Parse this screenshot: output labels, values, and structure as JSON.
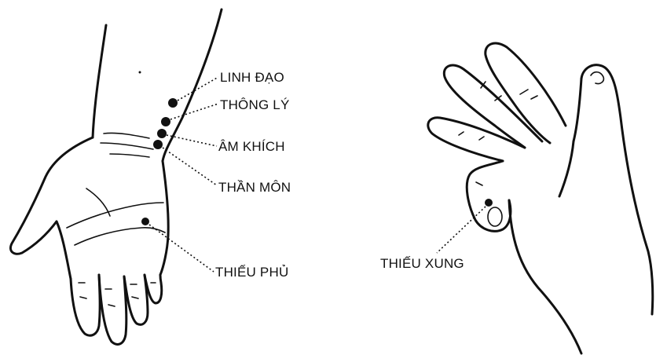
{
  "left_hand": {
    "points": [
      {
        "name": "linh-dao",
        "label": "LINH ĐẠO"
      },
      {
        "name": "thong-ly",
        "label": "THÔNG LÝ"
      },
      {
        "name": "am-khich",
        "label": "ÂM KHÍCH"
      },
      {
        "name": "than-mon",
        "label": "THẦN MÔN"
      },
      {
        "name": "thieu-phu",
        "label": "THIẾU PHỦ"
      }
    ]
  },
  "right_hand": {
    "points": [
      {
        "name": "thieu-xung",
        "label": "THIẾU XUNG"
      }
    ]
  }
}
